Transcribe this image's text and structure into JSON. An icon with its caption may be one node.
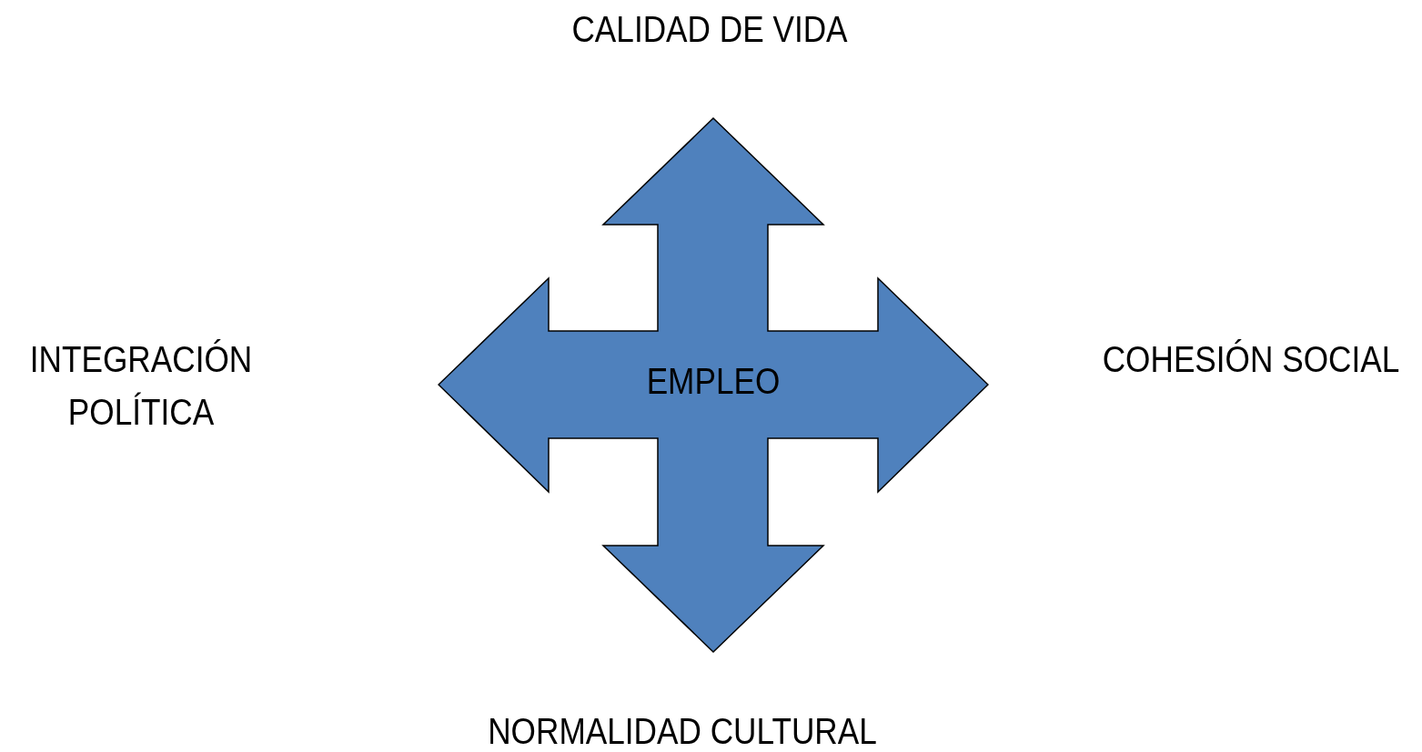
{
  "diagram": {
    "nodes": [
      {
        "text": [
          "EMPLEO"
        ]
      }
    ],
    "labels": [
      "CALIDAD DE VIDA",
      "INTEGRACIÓN POLÍTICA",
      "COHESIÓN SOCIAL",
      "NORMALIDAD CULTURAL"
    ]
  }
}
